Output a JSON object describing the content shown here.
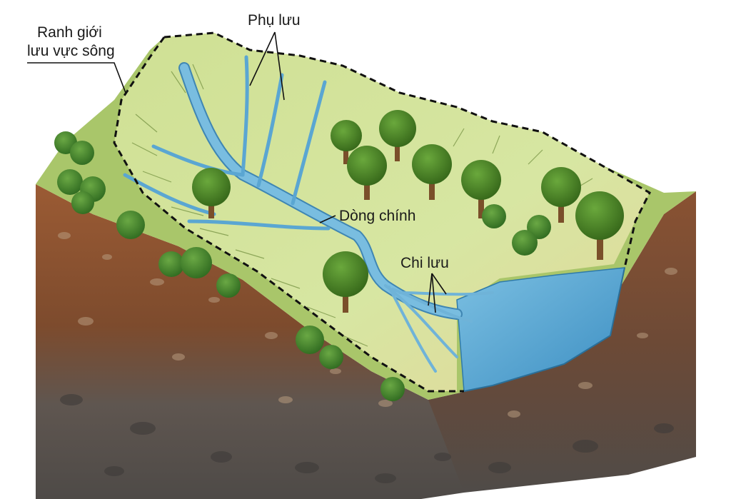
{
  "labels": {
    "boundary_line1": "Ranh giới",
    "boundary_line2": "lưu vực sông",
    "tributary": "Phụ lưu",
    "main_river": "Dòng chính",
    "distributary": "Chi lưu"
  },
  "colors": {
    "grass": "#c9dc8c",
    "grass_light": "#dde9a8",
    "slope_green": "#8fb65a",
    "soil_top": "#9a5a35",
    "soil_mid": "#7a4a2e",
    "rock_bottom": "#5b5753",
    "river": "#6fb3d8",
    "river_edge": "#3f86b3",
    "lake": "#5aa6d2",
    "tree_crown": "#4f8a2c",
    "tree_crown_dark": "#3a6e1f",
    "trunk": "#7a4f2a",
    "boundary": "#111111"
  },
  "icons": [
    "tree-icon",
    "shrub-icon"
  ]
}
